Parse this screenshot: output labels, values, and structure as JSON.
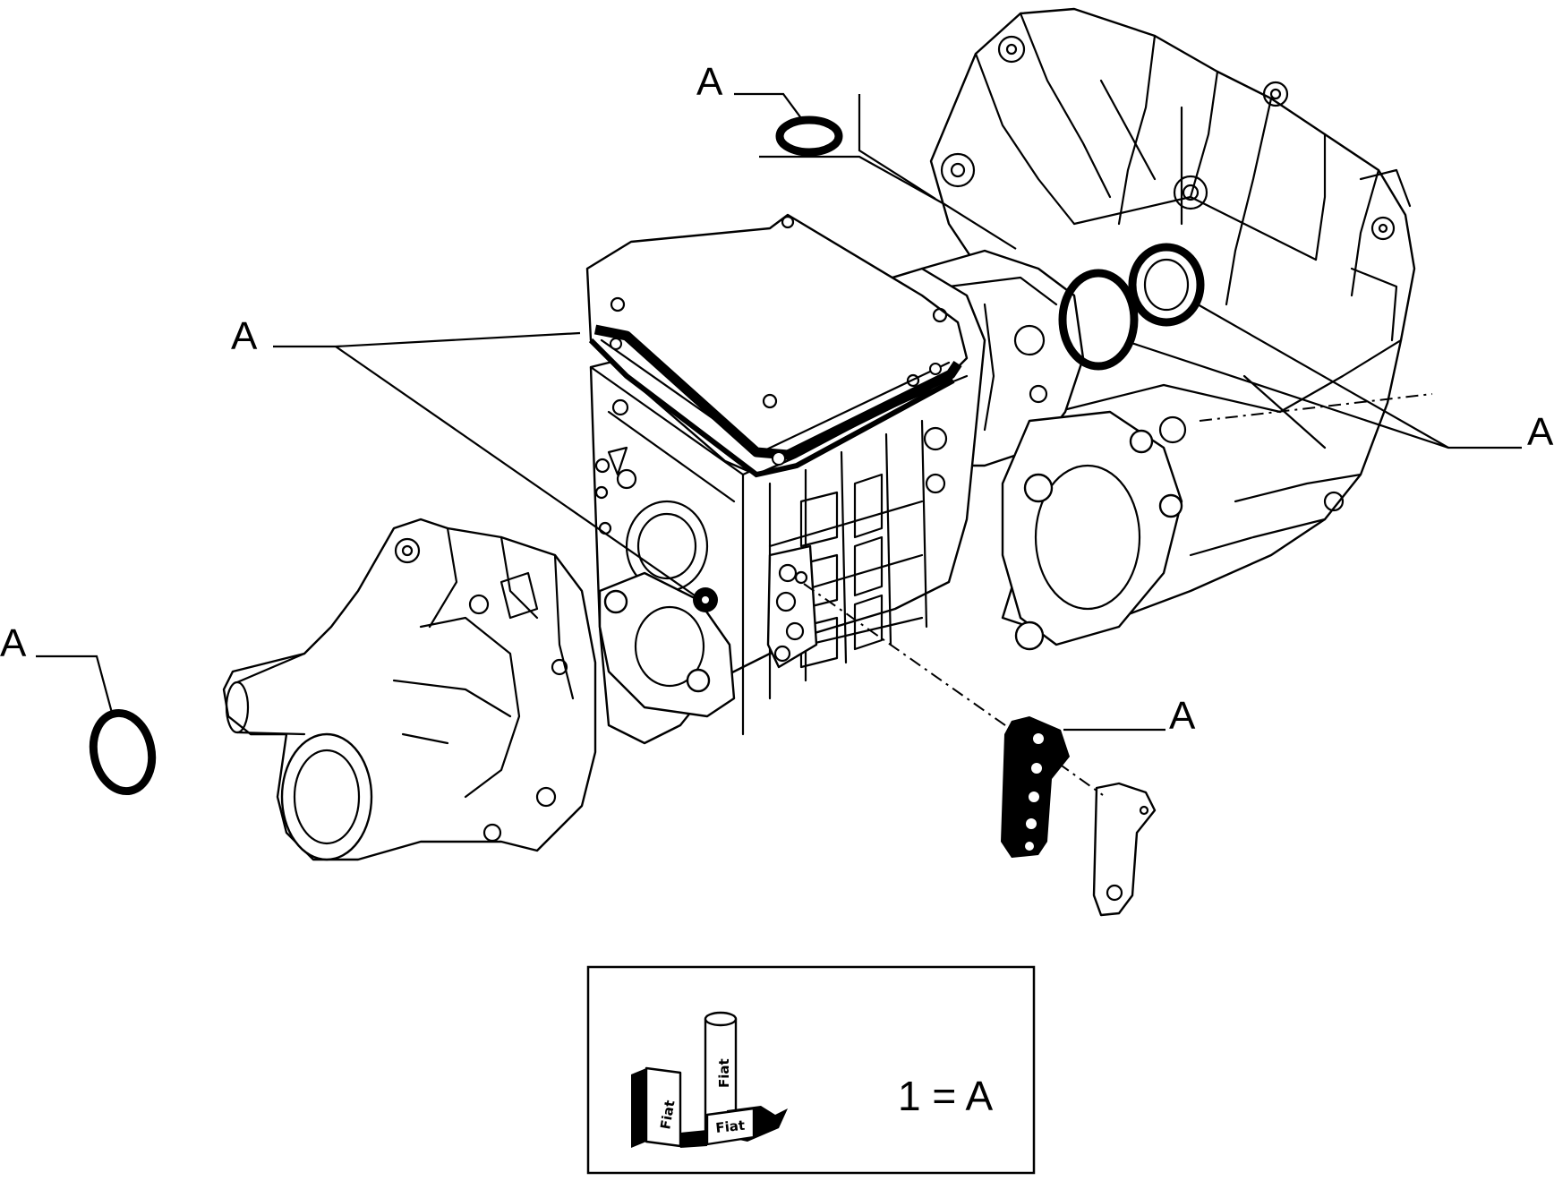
{
  "callouts": {
    "top_ring": "A",
    "cover_gasket": "A",
    "right_seals": "A",
    "left_ring": "A",
    "bracket_gasket": "A"
  },
  "legend": {
    "equation": "1 = A",
    "logo_word": "Fiat"
  }
}
